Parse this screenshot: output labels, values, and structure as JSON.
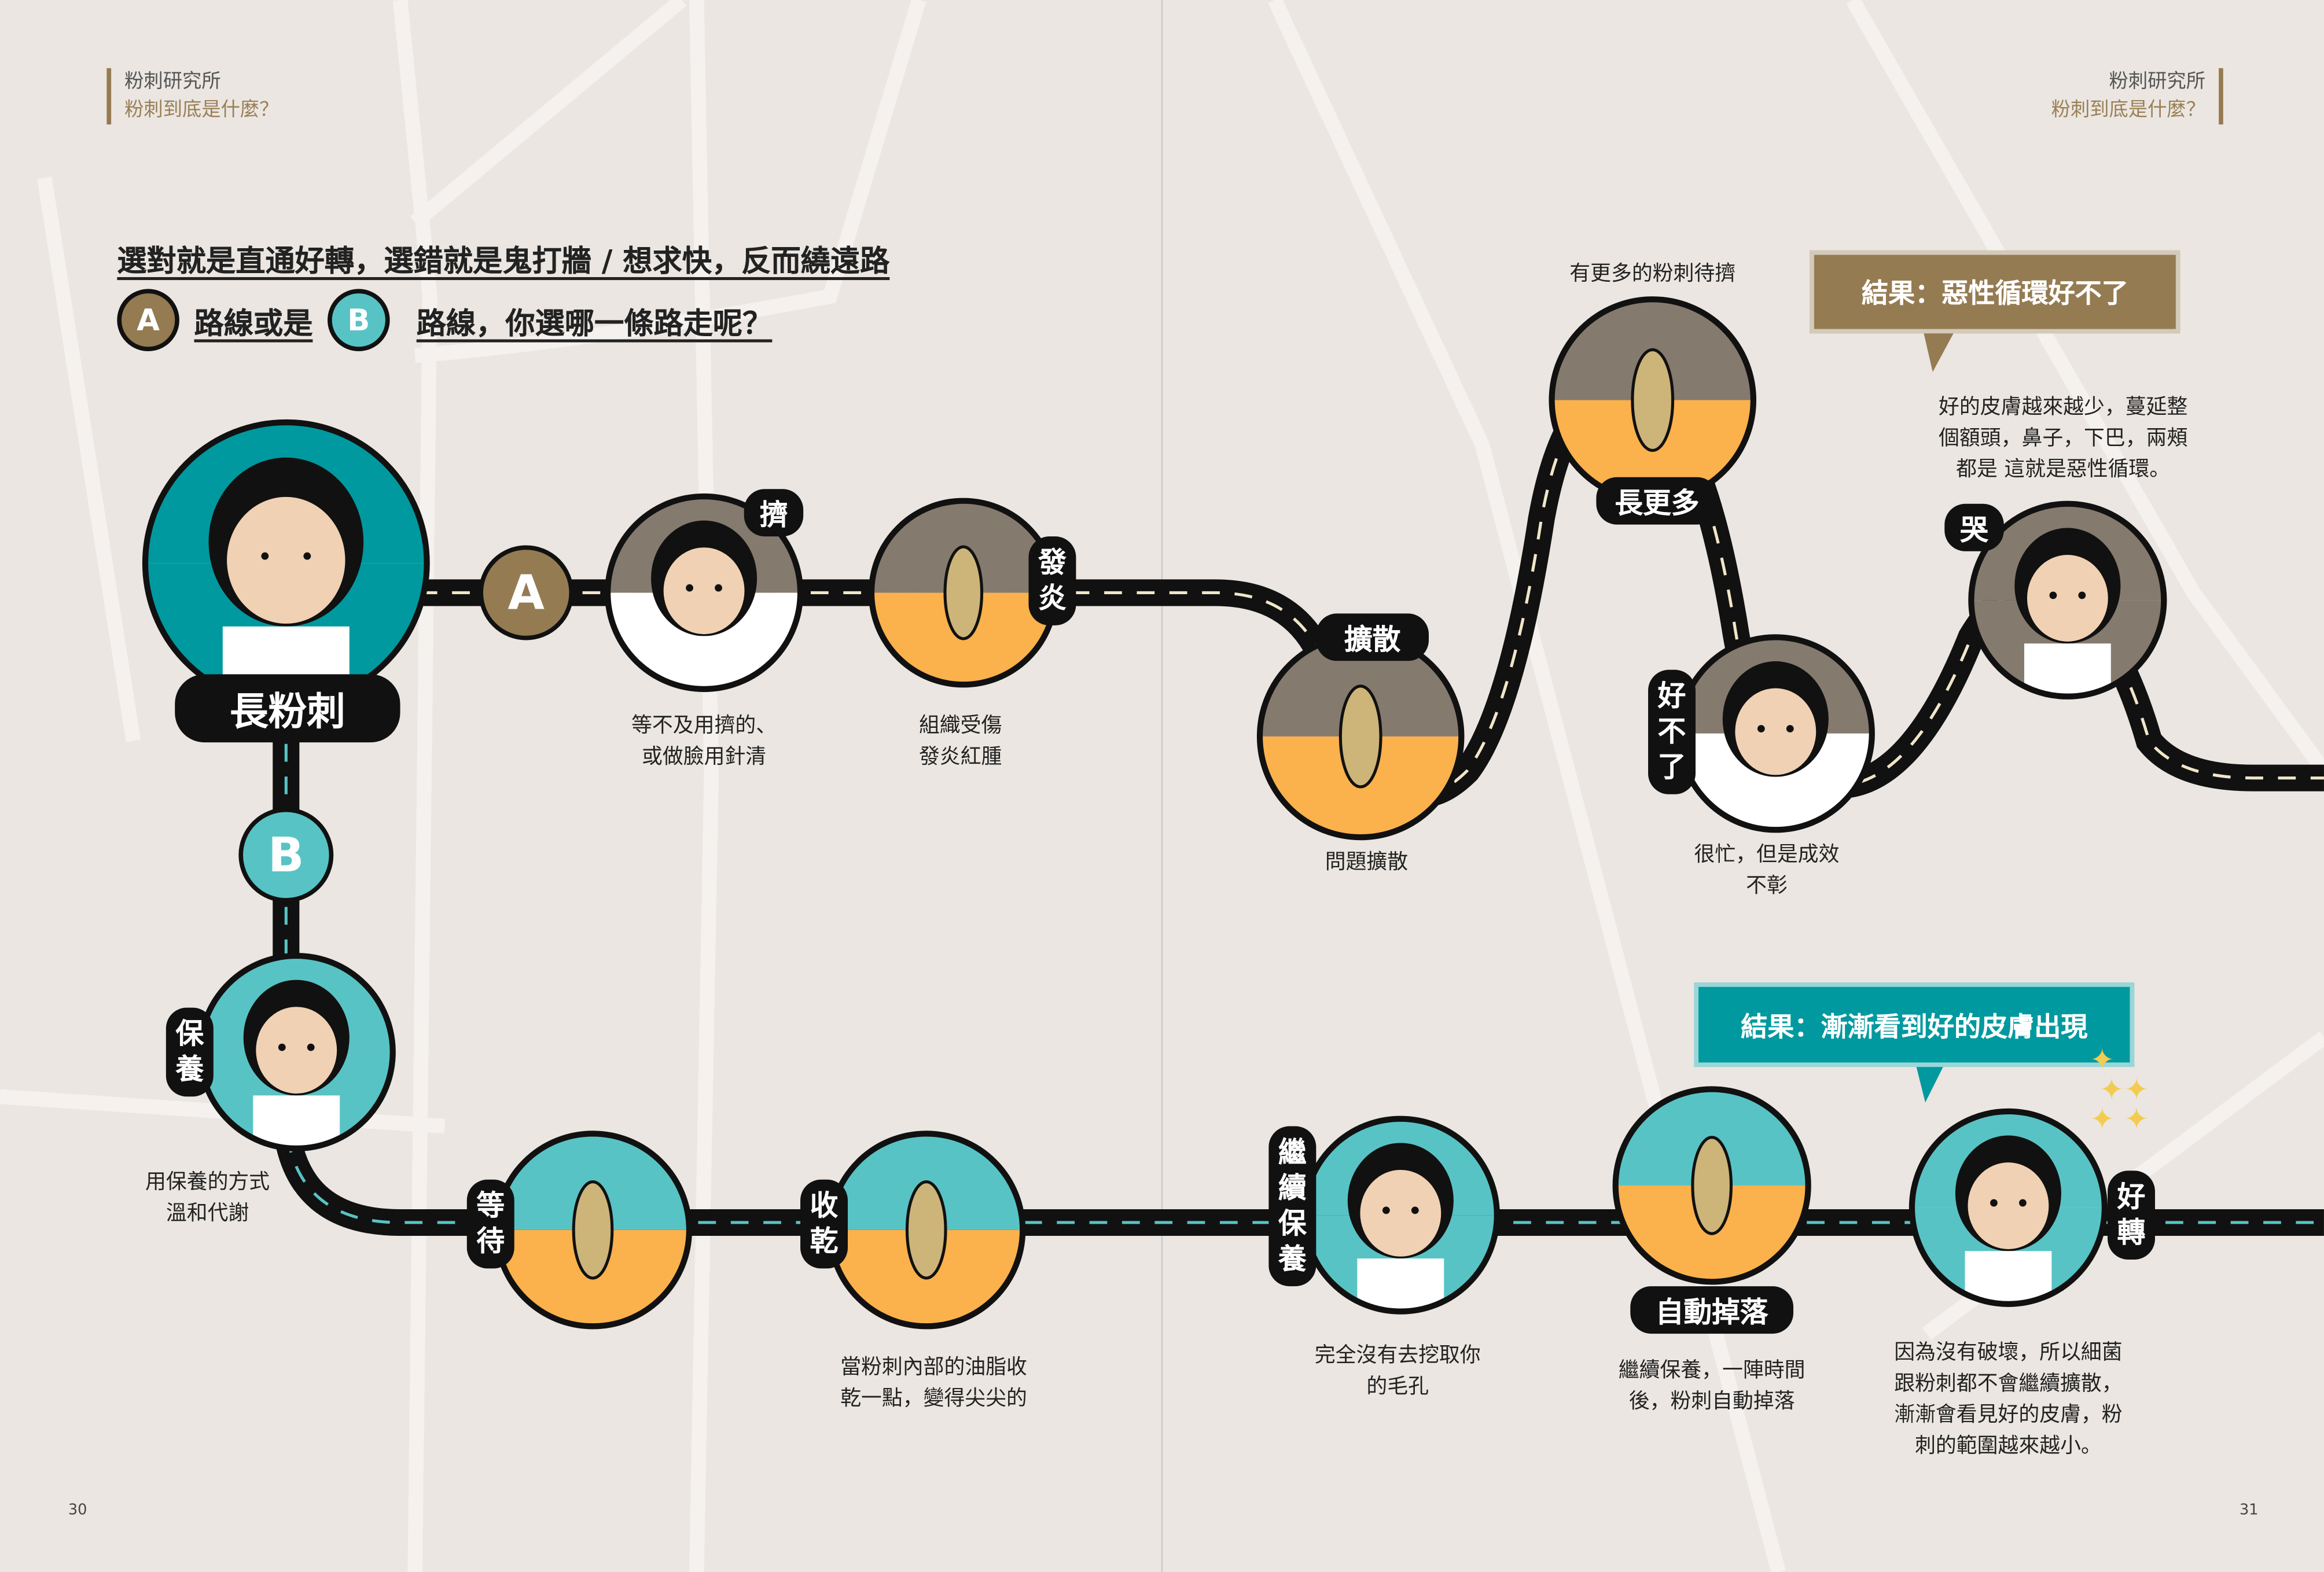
{
  "header_left": {
    "series": "粉刺研究所",
    "chapter": "粉刺到底是什麼？"
  },
  "header_right": {
    "series": "粉刺研究所",
    "chapter": "粉刺到底是什麼？"
  },
  "question": {
    "line1": "選對就是直通好轉，選錯就是鬼打牆 / 想求快，反而繞遠路",
    "badge_a": "A",
    "mid": "路線或是",
    "badge_b": "B",
    "end": "路線，你選哪一條路走呢？"
  },
  "start": {
    "label": "長粉刺"
  },
  "route_a": {
    "badge": "A",
    "steps": [
      {
        "tag": "擠",
        "caption": [
          "等不及用擠的、",
          "或做臉用針清"
        ]
      },
      {
        "tag": "發炎",
        "caption": [
          "組織受傷",
          "發炎紅腫"
        ]
      },
      {
        "tag": "擴散",
        "caption": [
          "問題擴散"
        ]
      },
      {
        "tag": "長更多",
        "caption": [
          "有更多的粉刺待擠"
        ]
      },
      {
        "tag": "好不了",
        "caption": [
          "很忙，但是成效",
          "不彰"
        ]
      },
      {
        "tag": "哭",
        "caption": [
          "好的皮膚越來越少，蔓延整",
          "個額頭，鼻子，下巴，兩頰",
          "都是 這就是惡性循環。"
        ]
      }
    ],
    "result": "結果：惡性循環好不了"
  },
  "route_b": {
    "badge": "B",
    "steps": [
      {
        "tag": "保養",
        "caption": [
          "用保養的方式",
          "溫和代謝"
        ]
      },
      {
        "tag": "等待",
        "caption": []
      },
      {
        "tag": "收乾",
        "caption": [
          "當粉刺內部的油脂收",
          "乾一點，變得尖尖的"
        ]
      },
      {
        "tag": "繼續保養",
        "caption": [
          "完全沒有去挖取你",
          "的毛孔"
        ]
      },
      {
        "tag": "自動掉落",
        "caption": [
          "繼續保養，一陣時間",
          "後，粉刺自動掉落"
        ]
      },
      {
        "tag": "好轉",
        "caption": [
          "因為沒有破壞，所以細菌",
          "跟粉刺都不會繼續擴散，",
          "漸漸會看見好的皮膚，粉",
          "刺的範圍越來越小。"
        ]
      }
    ],
    "result": "結果：漸漸看到好的皮膚出現"
  },
  "page_numbers": {
    "left": "30",
    "right": "31"
  },
  "colors": {
    "brown": "#957b52",
    "teal": "#00999f",
    "teal_light": "#58c3c5",
    "orange": "#fbb14c",
    "gray": "#857a6e",
    "skin": "#f0d1b3"
  }
}
